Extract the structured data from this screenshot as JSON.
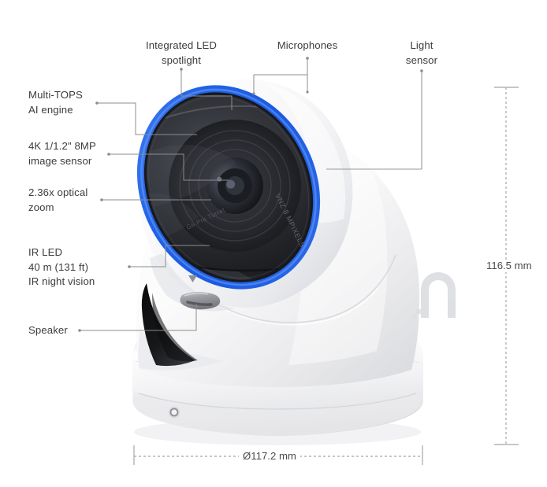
{
  "diagram": {
    "title": "UniFi AI Turret camera annotated dimensions diagram",
    "product_logo": "unifi-arch-logo",
    "lens_text_right": "VNZ 8 MPIXELS",
    "lens_text_bottom": "G6 Pro Turret"
  },
  "callouts": [
    {
      "id": "integrated-led-spotlight",
      "text": "Integrated LED\nspotlight",
      "align": "center"
    },
    {
      "id": "microphones",
      "text": "Microphones",
      "align": "center"
    },
    {
      "id": "light-sensor",
      "text": "Light\nsensor",
      "align": "center"
    },
    {
      "id": "multi-tops-ai-engine",
      "text": "Multi-TOPS\nAI engine",
      "align": "left"
    },
    {
      "id": "image-sensor",
      "text": "4K 1/1.2\" 8MP\nimage sensor",
      "align": "left"
    },
    {
      "id": "optical-zoom",
      "text": "2.36x optical\nzoom",
      "align": "left"
    },
    {
      "id": "ir-led",
      "text": "IR LED\n40 m (131 ft)\nIR night vision",
      "align": "left"
    },
    {
      "id": "speaker",
      "text": "Speaker",
      "align": "left"
    }
  ],
  "dimensions": {
    "height": "116.5 mm",
    "diameter": "Ø117.2 mm"
  },
  "colors": {
    "led_ring_blue": "#1f63e6",
    "body_white": "#f4f4f5",
    "lens_dark": "#2a2b2f",
    "leader_gray": "#8c8c8c",
    "dimension_gray": "#b4b4b4",
    "text_gray": "#3c3c3c",
    "logo_gray": "#dcdee1"
  }
}
